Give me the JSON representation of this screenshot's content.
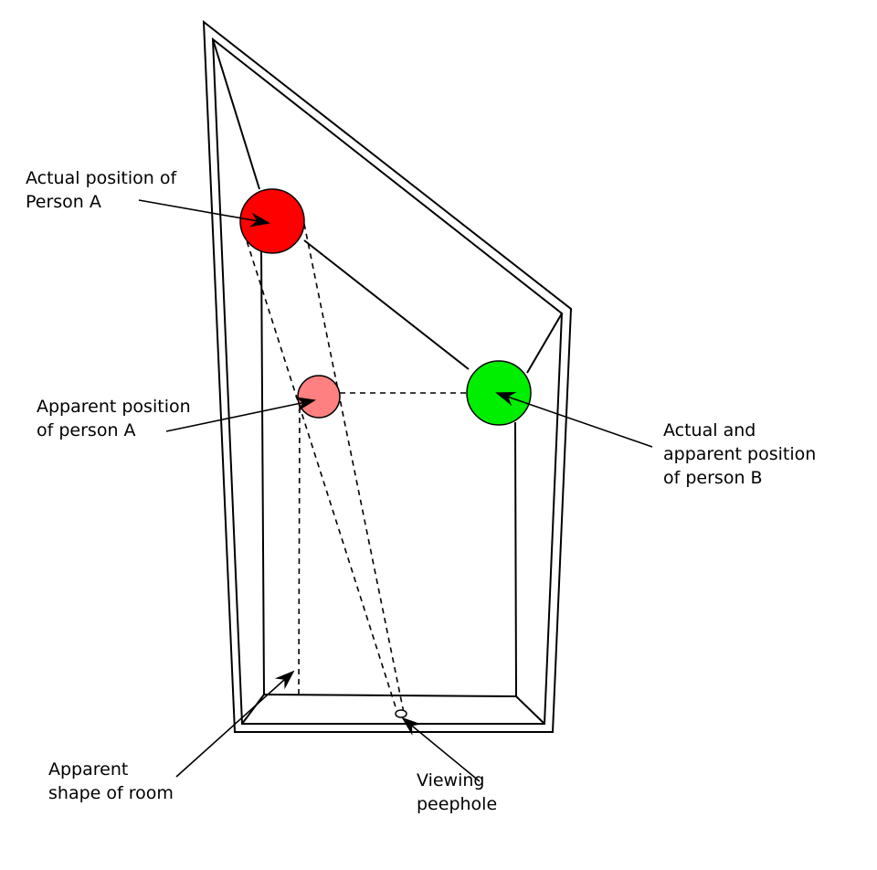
{
  "labels": {
    "person_a_actual": [
      "Actual position of",
      "Person A"
    ],
    "person_a_apparent": [
      "Apparent position",
      "of person A"
    ],
    "person_b": [
      "Actual and",
      "apparent position",
      "of person B"
    ],
    "apparent_room": [
      "Apparent",
      "shape of room"
    ],
    "peephole": [
      "Viewing",
      "peephole"
    ]
  },
  "colors": {
    "person_a_actual": "#ff0000",
    "person_a_apparent": "#ff8080",
    "person_b": "#00ee00",
    "lines": "#000000"
  }
}
